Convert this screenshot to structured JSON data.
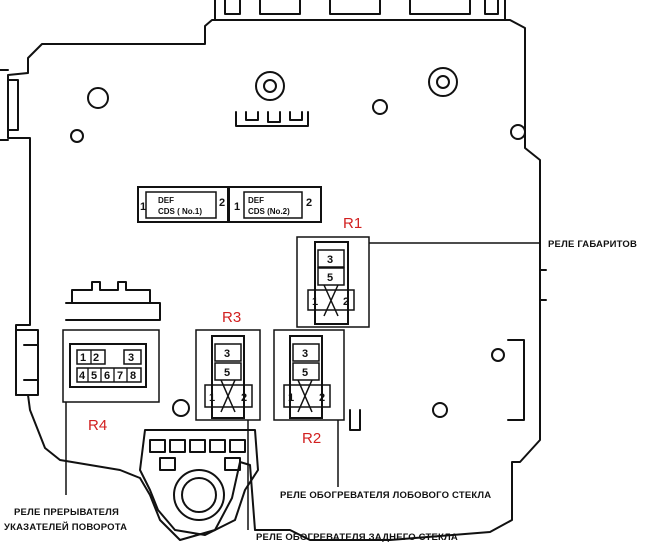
{
  "diagram": {
    "relays": {
      "r1": "R1",
      "r2": "R2",
      "r3": "R3",
      "r4": "R4"
    },
    "captions": {
      "r1": "РЕЛЕ ГАБАРИТОВ",
      "r2": "РЕЛЕ ОБОГРЕВАТЕЛЯ ЛОБОВОГО СТЕКЛА",
      "r3": "РЕЛЕ ОБОГРЕВАТЕЛЯ ЗАДНЕГО СТЕКЛА",
      "r4_line1": "РЕЛЕ ПРЕРЫВАТЕЛЯ",
      "r4_line2": "УКАЗАТЕЛЕЙ ПОВОРОТА"
    },
    "def_cds": [
      {
        "line1": "DEF",
        "line2": "CDS ( No.1)",
        "left": "1",
        "right": "2"
      },
      {
        "line1": "DEF",
        "line2": "CDS (No.2)",
        "left": "1",
        "right": "2"
      }
    ],
    "relay_pins": {
      "top": "3",
      "mid": "5",
      "left": "1",
      "right": "2"
    },
    "r4_pins": {
      "top": [
        "1",
        "2",
        "3"
      ],
      "bottom": [
        "4",
        "5",
        "6",
        "7",
        "8"
      ]
    },
    "colors": {
      "label_red": "#d22020",
      "line": "#111111"
    }
  }
}
